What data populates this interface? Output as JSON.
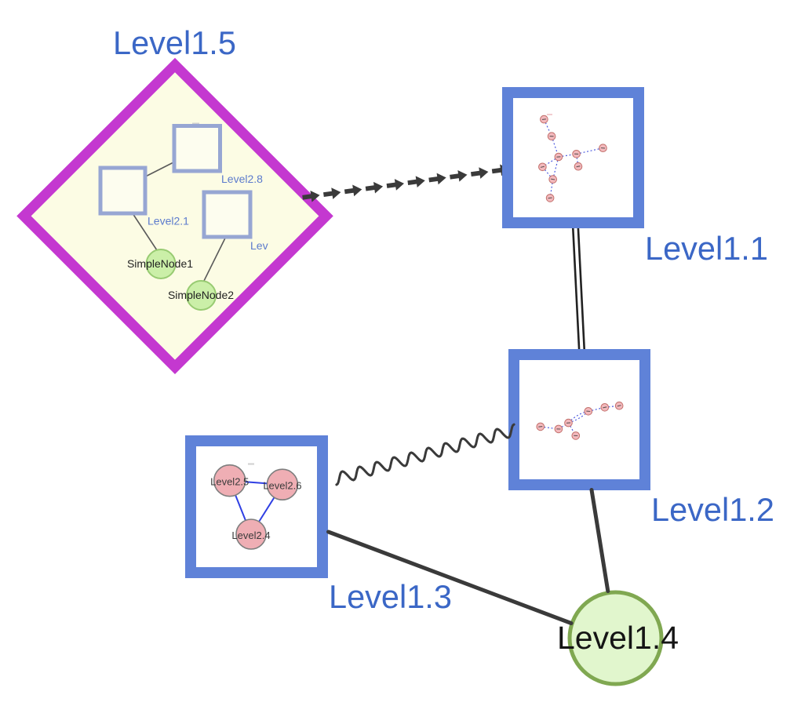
{
  "diagram": {
    "type": "nested-graph-visualization",
    "background": "#ffffff",
    "labels": {
      "l15": "Level1.5",
      "l11": "Level1.1",
      "l12": "Level1.2",
      "l13": "Level1.3",
      "l14": "Level1.4",
      "l28": "Level2.8",
      "l21": "Level2.1",
      "lev": "Lev",
      "sn1": "SimpleNode1",
      "sn2": "SimpleNode2",
      "l25": "Level2.5",
      "l26": "Level2.6",
      "l24": "Level2.4"
    },
    "colors": {
      "bg": "#ffffff",
      "bluelabel": "#3b67c6",
      "bluesmall": "#5c7bcd",
      "blacklabel": "#151515",
      "magenta": "#c438d0",
      "ivory": "#fcfce4",
      "squarefill": "#fdfdef",
      "squarestroke": "#97a6d3",
      "boxblue": "#5f82d8",
      "greenfill": "#cbefa8",
      "greenstroke": "#98cb72",
      "biggreenfill": "#e1f6cd",
      "biggreenstroke": "#80a851",
      "pinksmallfill": "#f3b9bd",
      "pinksmallstroke": "#c2706b",
      "pinkbigfill": "#efaeb4",
      "pinkbigstroke": "#7e7e7e",
      "darkedge": "#3a3a3a",
      "thinedge": "#5a5a5a",
      "dashblue": "#4d5ce0",
      "triblue": "#2f3fe3"
    },
    "nodes": [
      {
        "id": "Level1.5",
        "shape": "diamond",
        "label": "Level1.5",
        "kind": "group"
      },
      {
        "id": "Level1.1",
        "shape": "square-box",
        "label": "Level1.1",
        "kind": "group",
        "inner_nodes": 9,
        "inner_edges": 9
      },
      {
        "id": "Level1.2",
        "shape": "square-box",
        "label": "Level1.2",
        "kind": "group",
        "inner_nodes": 7,
        "inner_edges": 7
      },
      {
        "id": "Level1.3",
        "shape": "square-box",
        "label": "Level1.3",
        "kind": "group"
      },
      {
        "id": "Level1.4",
        "shape": "circle",
        "label": "Level1.4",
        "kind": "simple-green"
      },
      {
        "id": "Level2.8",
        "shape": "square",
        "label": "Level2.8",
        "parent": "Level1.5"
      },
      {
        "id": "Level2.1",
        "shape": "square",
        "label": "Level2.1",
        "parent": "Level1.5"
      },
      {
        "id": "Lev",
        "shape": "square",
        "label": "Lev",
        "parent": "Level1.5"
      },
      {
        "id": "SimpleNode1",
        "shape": "circle",
        "label": "SimpleNode1",
        "parent": "Level1.5"
      },
      {
        "id": "SimpleNode2",
        "shape": "circle",
        "label": "SimpleNode2",
        "parent": "Level1.5"
      },
      {
        "id": "Level2.5",
        "shape": "circle",
        "label": "Level2.5",
        "parent": "Level1.3"
      },
      {
        "id": "Level2.6",
        "shape": "circle",
        "label": "Level2.6",
        "parent": "Level1.3"
      },
      {
        "id": "Level2.4",
        "shape": "circle",
        "label": "Level2.4",
        "parent": "Level1.3"
      }
    ],
    "edges": [
      {
        "from": "Level1.5",
        "to": "Level1.1",
        "style": "dashed-arrow-glyphs"
      },
      {
        "from": "Level1.1",
        "to": "Level1.2",
        "style": "double-line"
      },
      {
        "from": "Level1.3",
        "to": "Level1.2",
        "style": "wavy"
      },
      {
        "from": "Level1.3",
        "to": "Level1.4",
        "style": "thick-solid"
      },
      {
        "from": "Level1.2",
        "to": "Level1.4",
        "style": "thick-solid"
      },
      {
        "from": "Level2.1",
        "to": "Level2.8",
        "style": "thin"
      },
      {
        "from": "Level2.1",
        "to": "SimpleNode1",
        "style": "thin"
      },
      {
        "from": "Lev",
        "to": "SimpleNode2",
        "style": "thin"
      },
      {
        "from": "Level2.5",
        "to": "Level2.6",
        "style": "blue-solid"
      },
      {
        "from": "Level2.5",
        "to": "Level2.4",
        "style": "blue-solid"
      },
      {
        "from": "Level2.6",
        "to": "Level2.4",
        "style": "blue-solid"
      }
    ]
  }
}
